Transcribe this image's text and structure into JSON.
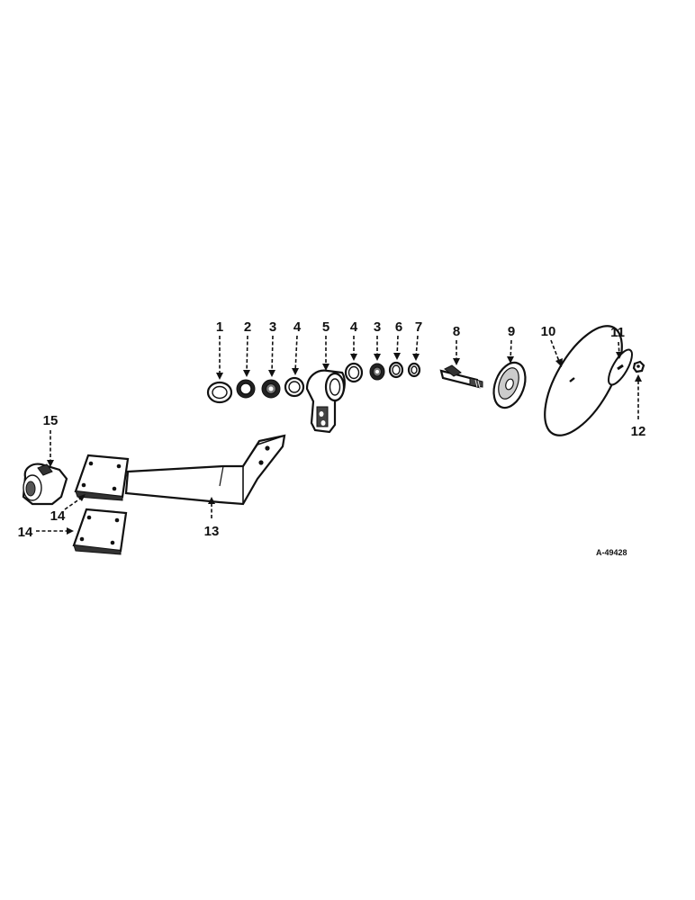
{
  "diagram": {
    "reference_code": "A-49428",
    "callouts": [
      {
        "id": "1",
        "text": "1"
      },
      {
        "id": "2",
        "text": "2"
      },
      {
        "id": "3a",
        "text": "3"
      },
      {
        "id": "4a",
        "text": "4"
      },
      {
        "id": "5",
        "text": "5"
      },
      {
        "id": "4b",
        "text": "4"
      },
      {
        "id": "3b",
        "text": "3"
      },
      {
        "id": "6",
        "text": "6"
      },
      {
        "id": "7",
        "text": "7"
      },
      {
        "id": "8",
        "text": "8"
      },
      {
        "id": "9",
        "text": "9"
      },
      {
        "id": "10",
        "text": "10"
      },
      {
        "id": "11",
        "text": "11"
      },
      {
        "id": "12",
        "text": "12"
      },
      {
        "id": "13",
        "text": "13"
      },
      {
        "id": "14a",
        "text": "14"
      },
      {
        "id": "14b",
        "text": "14"
      },
      {
        "id": "15",
        "text": "15"
      }
    ]
  }
}
